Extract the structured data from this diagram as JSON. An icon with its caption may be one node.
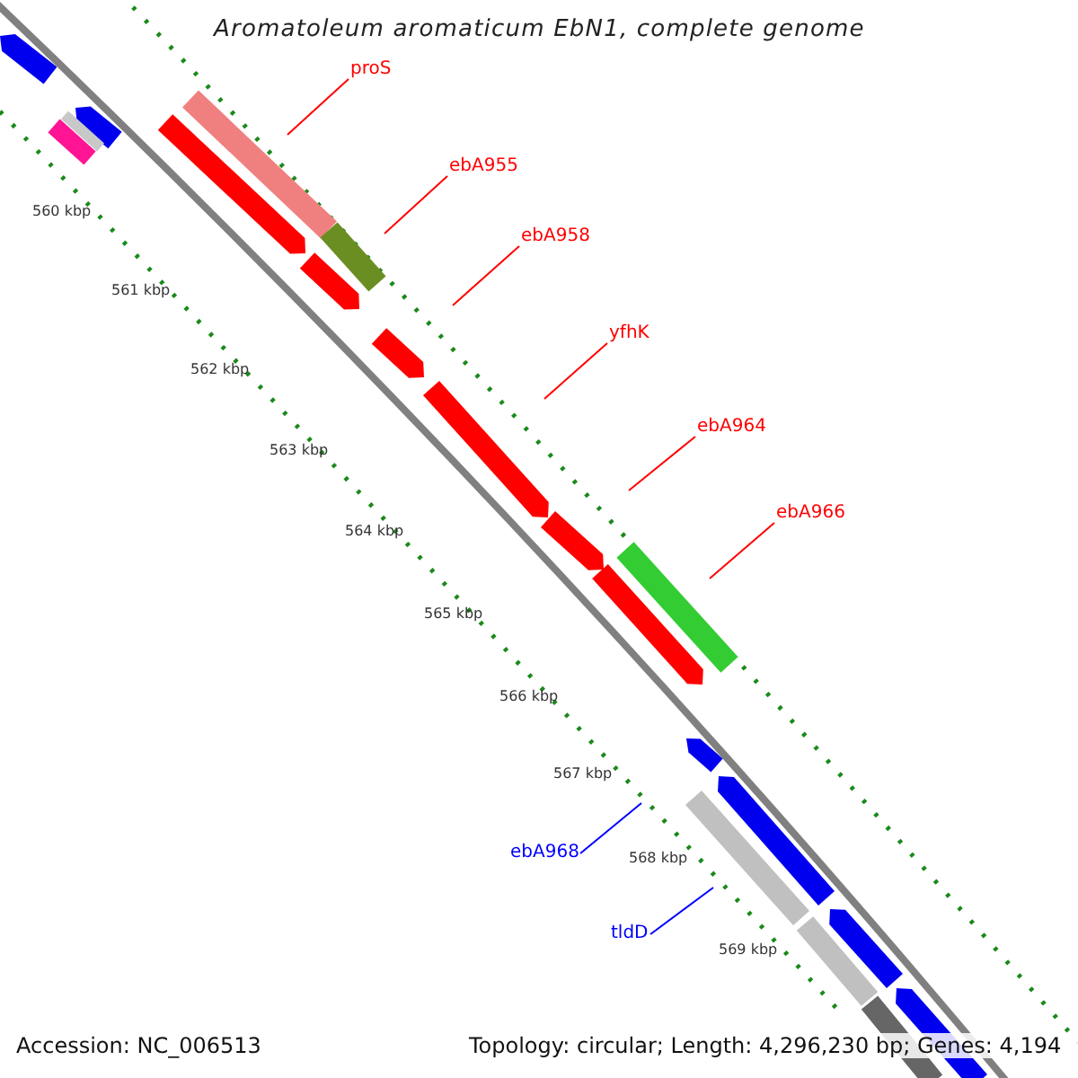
{
  "diagram": {
    "title": "Aromatoleum aromaticum EbN1, complete genome",
    "nodes": [
      {
        "text": [
          "proS"
        ]
      },
      {
        "text": [
          "ebA955"
        ]
      },
      {
        "text": [
          "ebA958"
        ]
      },
      {
        "text": [
          "yfhK"
        ]
      },
      {
        "text": [
          "ebA964"
        ]
      },
      {
        "text": [
          "ebA966"
        ]
      },
      {
        "text": [
          "ebA968"
        ]
      },
      {
        "text": [
          "tldD"
        ]
      }
    ],
    "edges": [
      {
        "from": 0,
        "to": null,
        "arrow": "none"
      },
      {
        "from": 1,
        "to": null,
        "arrow": "none"
      },
      {
        "from": 2,
        "to": null,
        "arrow": "none"
      },
      {
        "from": 3,
        "to": null,
        "arrow": "none"
      },
      {
        "from": 4,
        "to": null,
        "arrow": "none"
      },
      {
        "from": 5,
        "to": null,
        "arrow": "none"
      },
      {
        "from": 6,
        "to": null,
        "arrow": "none",
        "color": "#0000ff"
      },
      {
        "from": 7,
        "to": null,
        "arrow": "none",
        "color": "#0000ff"
      }
    ],
    "labels": [
      "560 kbp",
      "561 kbp",
      "562 kbp",
      "563 kbp",
      "564 kbp",
      "565 kbp",
      "566 kbp",
      "567 kbp",
      "568 kbp",
      "569 kbp",
      "Accession: NC_006513",
      "Topology: circular; Length: 4,296,230 bp; Genes: 4,194"
    ]
  }
}
